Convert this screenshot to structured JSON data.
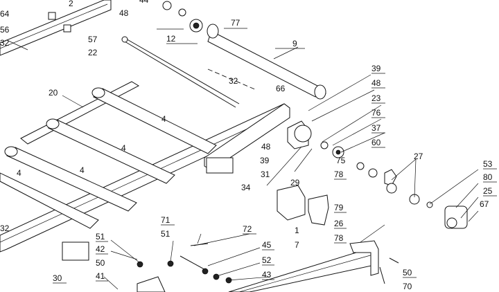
{
  "callouts": [
    "64",
    "44",
    "2",
    "48",
    "56",
    "32",
    "57",
    "22",
    "77",
    "12",
    "9",
    "66",
    "32",
    "39",
    "48",
    "20",
    "23",
    "4",
    "76",
    "37",
    "4",
    "48",
    "60",
    "39",
    "75",
    "27",
    "4",
    "31",
    "53",
    "4",
    "78",
    "34",
    "29",
    "80",
    "25",
    "79",
    "67",
    "32",
    "26",
    "1",
    "71",
    "51",
    "72",
    "78",
    "7",
    "51",
    "45",
    "42",
    "50",
    "52",
    "50",
    "41",
    "30",
    "43",
    "70"
  ]
}
